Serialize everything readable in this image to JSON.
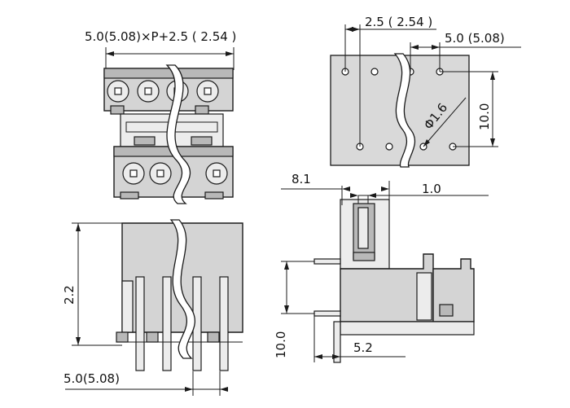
{
  "dimensions": {
    "top_width": "5.0(5.08)×P+2.5 ( 2.54 )",
    "pcb_pitch_small": "2.5 ( 2.54 )",
    "pcb_pitch_large": "5.0 (5.08)",
    "pcb_height": "10.0",
    "hole_diameter": "Φ1.6",
    "side_depth": "8.1",
    "side_offset": "1.0",
    "front_height": "2.2",
    "front_pitch": "5.0(5.08)",
    "side_pin_length": "10.0",
    "side_base": "5.2"
  }
}
